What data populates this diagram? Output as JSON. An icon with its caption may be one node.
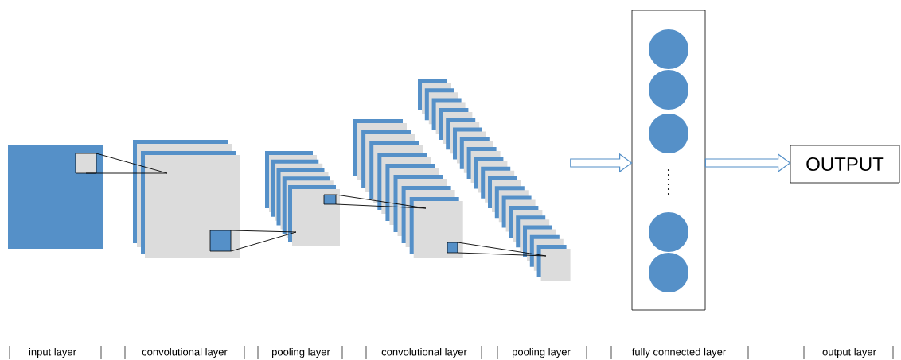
{
  "diagram": {
    "nodes": [
      {
        "text": [],
        "shape": "box"
      },
      {
        "text": [],
        "shape": "box"
      },
      {
        "text": [],
        "shape": "box"
      },
      {
        "text": [],
        "shape": "box"
      },
      {
        "text": [],
        "shape": "box"
      },
      {
        "text": [],
        "shape": "box"
      },
      {
        "text": [],
        "shape": "circle",
        "in": 5
      },
      {
        "text": [],
        "shape": "circle",
        "in": 5
      },
      {
        "text": [],
        "shape": "circle",
        "in": 5
      },
      {
        "text": [],
        "shape": "circle",
        "in": 5
      },
      {
        "text": [],
        "shape": "circle",
        "in": 5
      },
      {
        "text": [
          "OUTPUT"
        ]
      }
    ],
    "edges": [
      {
        "from": 4,
        "to": 5,
        "arrow": "to"
      },
      {
        "from": 5,
        "to": 11,
        "arrow": "to"
      }
    ],
    "labels": [
      "input layer",
      "convolutional layer",
      "pooling layer",
      "convolutional layer",
      "pooling layer",
      "fully connected layer",
      "output layer"
    ]
  }
}
